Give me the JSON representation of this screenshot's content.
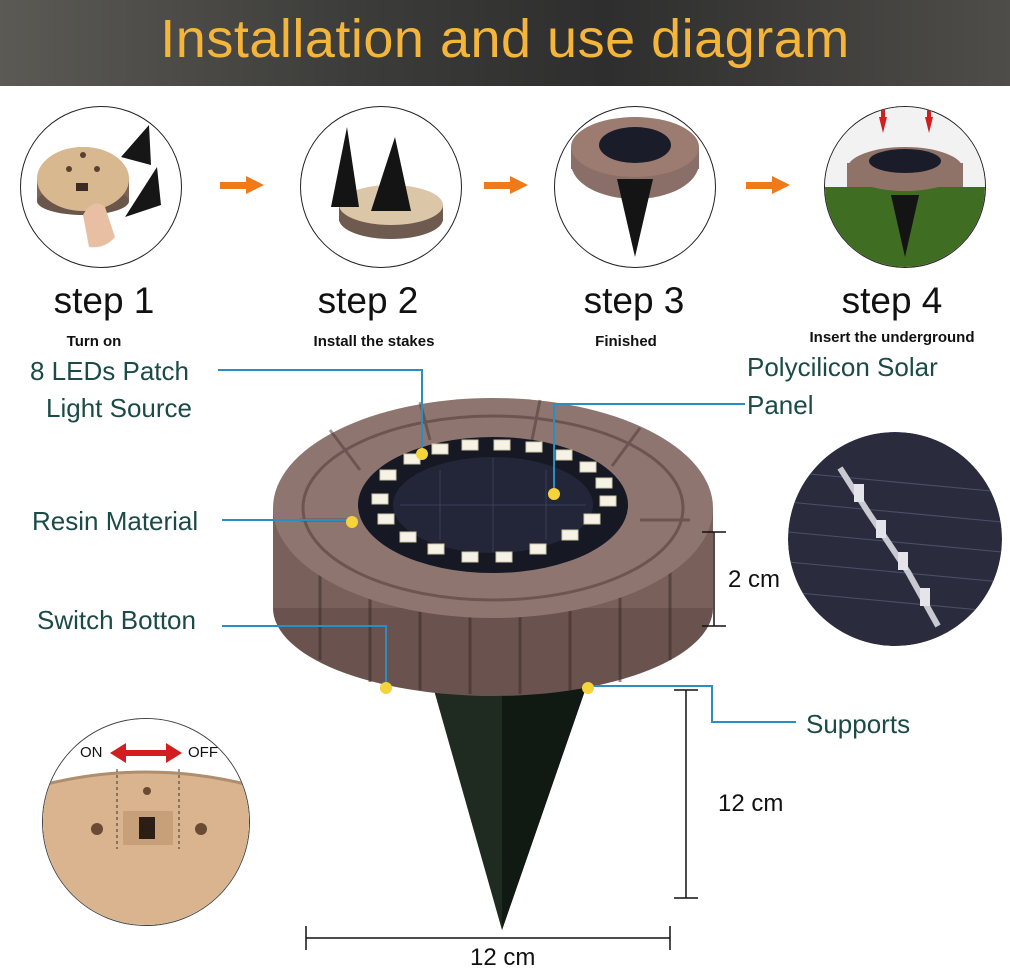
{
  "title": "Installation and use diagram",
  "steps": [
    {
      "label": "step 1",
      "desc": "Turn on"
    },
    {
      "label": "step 2",
      "desc": "Install the stakes"
    },
    {
      "label": "step 3",
      "desc": "Finished"
    },
    {
      "label": "step 4",
      "desc": "Insert the  underground"
    }
  ],
  "callouts": {
    "led_line1": "8 LEDs Patch",
    "led_line2": "Light Source",
    "solar_line1": "Polycilicon Solar",
    "solar_line2": "Panel",
    "resin": "Resin Material",
    "switch": "Switch Botton",
    "supports": "Supports"
  },
  "dimensions": {
    "height": "2 cm",
    "stake": "12 cm",
    "width": "12 cm"
  },
  "switch_detail": {
    "on": "ON",
    "off": "OFF"
  },
  "colors": {
    "title": "#f4b53a",
    "callout_text": "#1b4a47",
    "leader_line": "#2a8fc0",
    "marker": "#f5d33a",
    "arrow": "#f07a1a"
  },
  "icons": [
    "orange-arrow-icon",
    "red-double-arrow-icon"
  ]
}
